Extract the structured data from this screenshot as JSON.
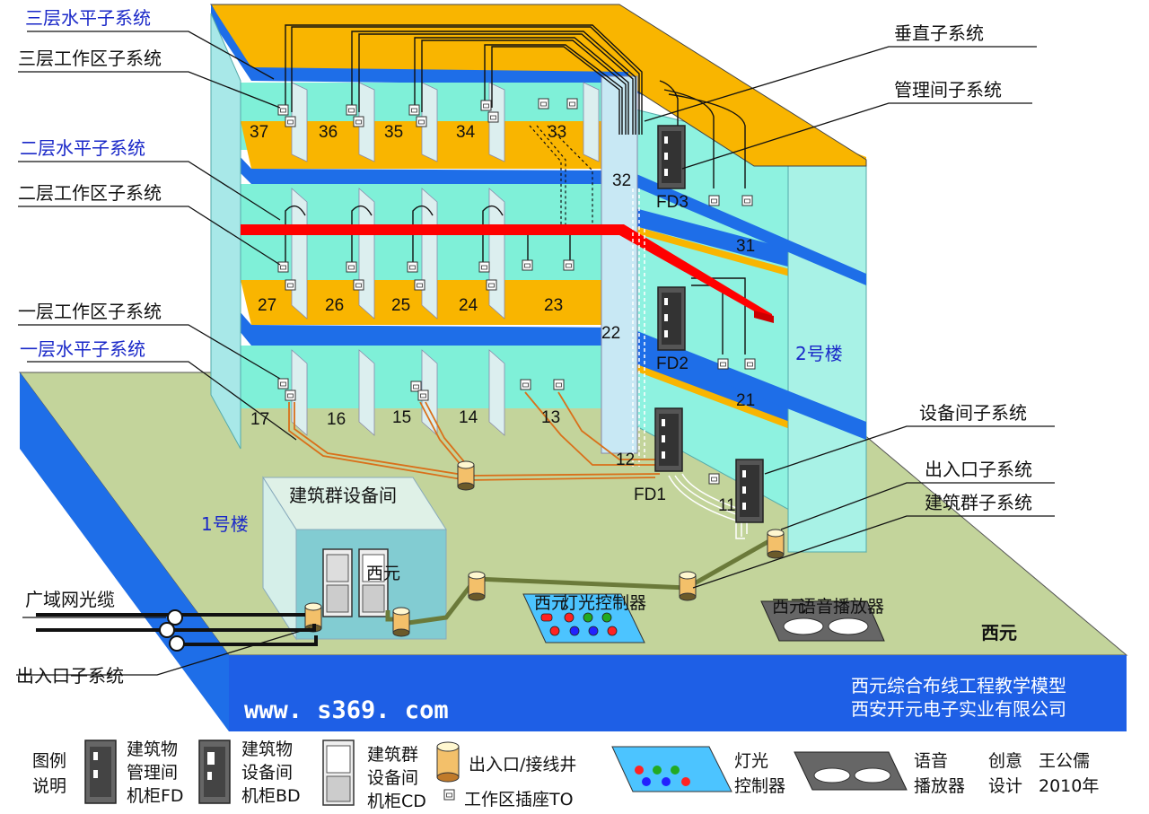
{
  "callouts": {
    "floor3_horizontal": "三层水平子系统",
    "floor3_work_area": "三层工作区子系统",
    "vertical": "垂直子系统",
    "management_room": "管理间子系统",
    "floor2_horizontal": "二层水平子系统",
    "floor2_work_area": "二层工作区子系统",
    "floor1_work_area": "一层工作区子系统",
    "floor1_horizontal": "一层水平子系统",
    "equipment_room": "设备间子系统",
    "entrance_right": "出入口子系统",
    "campus": "建筑群子系统",
    "wan_fiber": "广域网光缆",
    "entrance_left": "出入口子系统"
  },
  "rooms": {
    "r37": "37",
    "r36": "36",
    "r35": "35",
    "r34": "34",
    "r33": "33",
    "r32": "32",
    "r31": "31",
    "r27": "27",
    "r26": "26",
    "r25": "25",
    "r24": "24",
    "r23": "23",
    "r22": "22",
    "r21": "21",
    "r17": "17",
    "r16": "16",
    "r15": "15",
    "r14": "14",
    "r13": "13",
    "r12": "12",
    "r11": "11"
  },
  "cabinets": {
    "fd3": "FD3",
    "fd2": "FD2",
    "fd1": "FD1"
  },
  "buildings": {
    "b1": "1号楼",
    "b2": "2号楼",
    "campus_room": "建筑群设备间"
  },
  "devices": {
    "brand": "西元",
    "light_title": "灯光控制器",
    "audio_title": "语音播放器",
    "brand_cd": "西元"
  },
  "banner": {
    "url": "www. s369. com",
    "line1": "西元综合布线工程教学模型",
    "line2": "西安开元电子实业有限公司",
    "watermark": "西元"
  },
  "legend": {
    "title1": "图例",
    "title2": "说明",
    "fd_1": "建筑物",
    "fd_2": "管理间",
    "fd_3": "机柜FD",
    "bd_1": "建筑物",
    "bd_2": "设备间",
    "bd_3": "机柜BD",
    "cd_1": "建筑群",
    "cd_2": "设备间",
    "cd_3": "机柜CD",
    "well": "出入口/接线井",
    "to": "工作区插座TO",
    "light_1": "灯光",
    "light_2": "控制器",
    "audio_1": "语音",
    "audio_2": "播放器",
    "credit_a1": "创意",
    "credit_a2": "设计",
    "credit_b1": "王公儒",
    "credit_b2": "2010年"
  },
  "colors": {
    "floor_orange": "#f9b500",
    "wall_cyan": "#7ff0d8",
    "slab_blue": "#1e6ee8",
    "ground_green": "#c3d49b",
    "backbone_red": "#ff0000",
    "banner_blue": "#1e5fe6",
    "label_blue": "#1a28c8"
  }
}
